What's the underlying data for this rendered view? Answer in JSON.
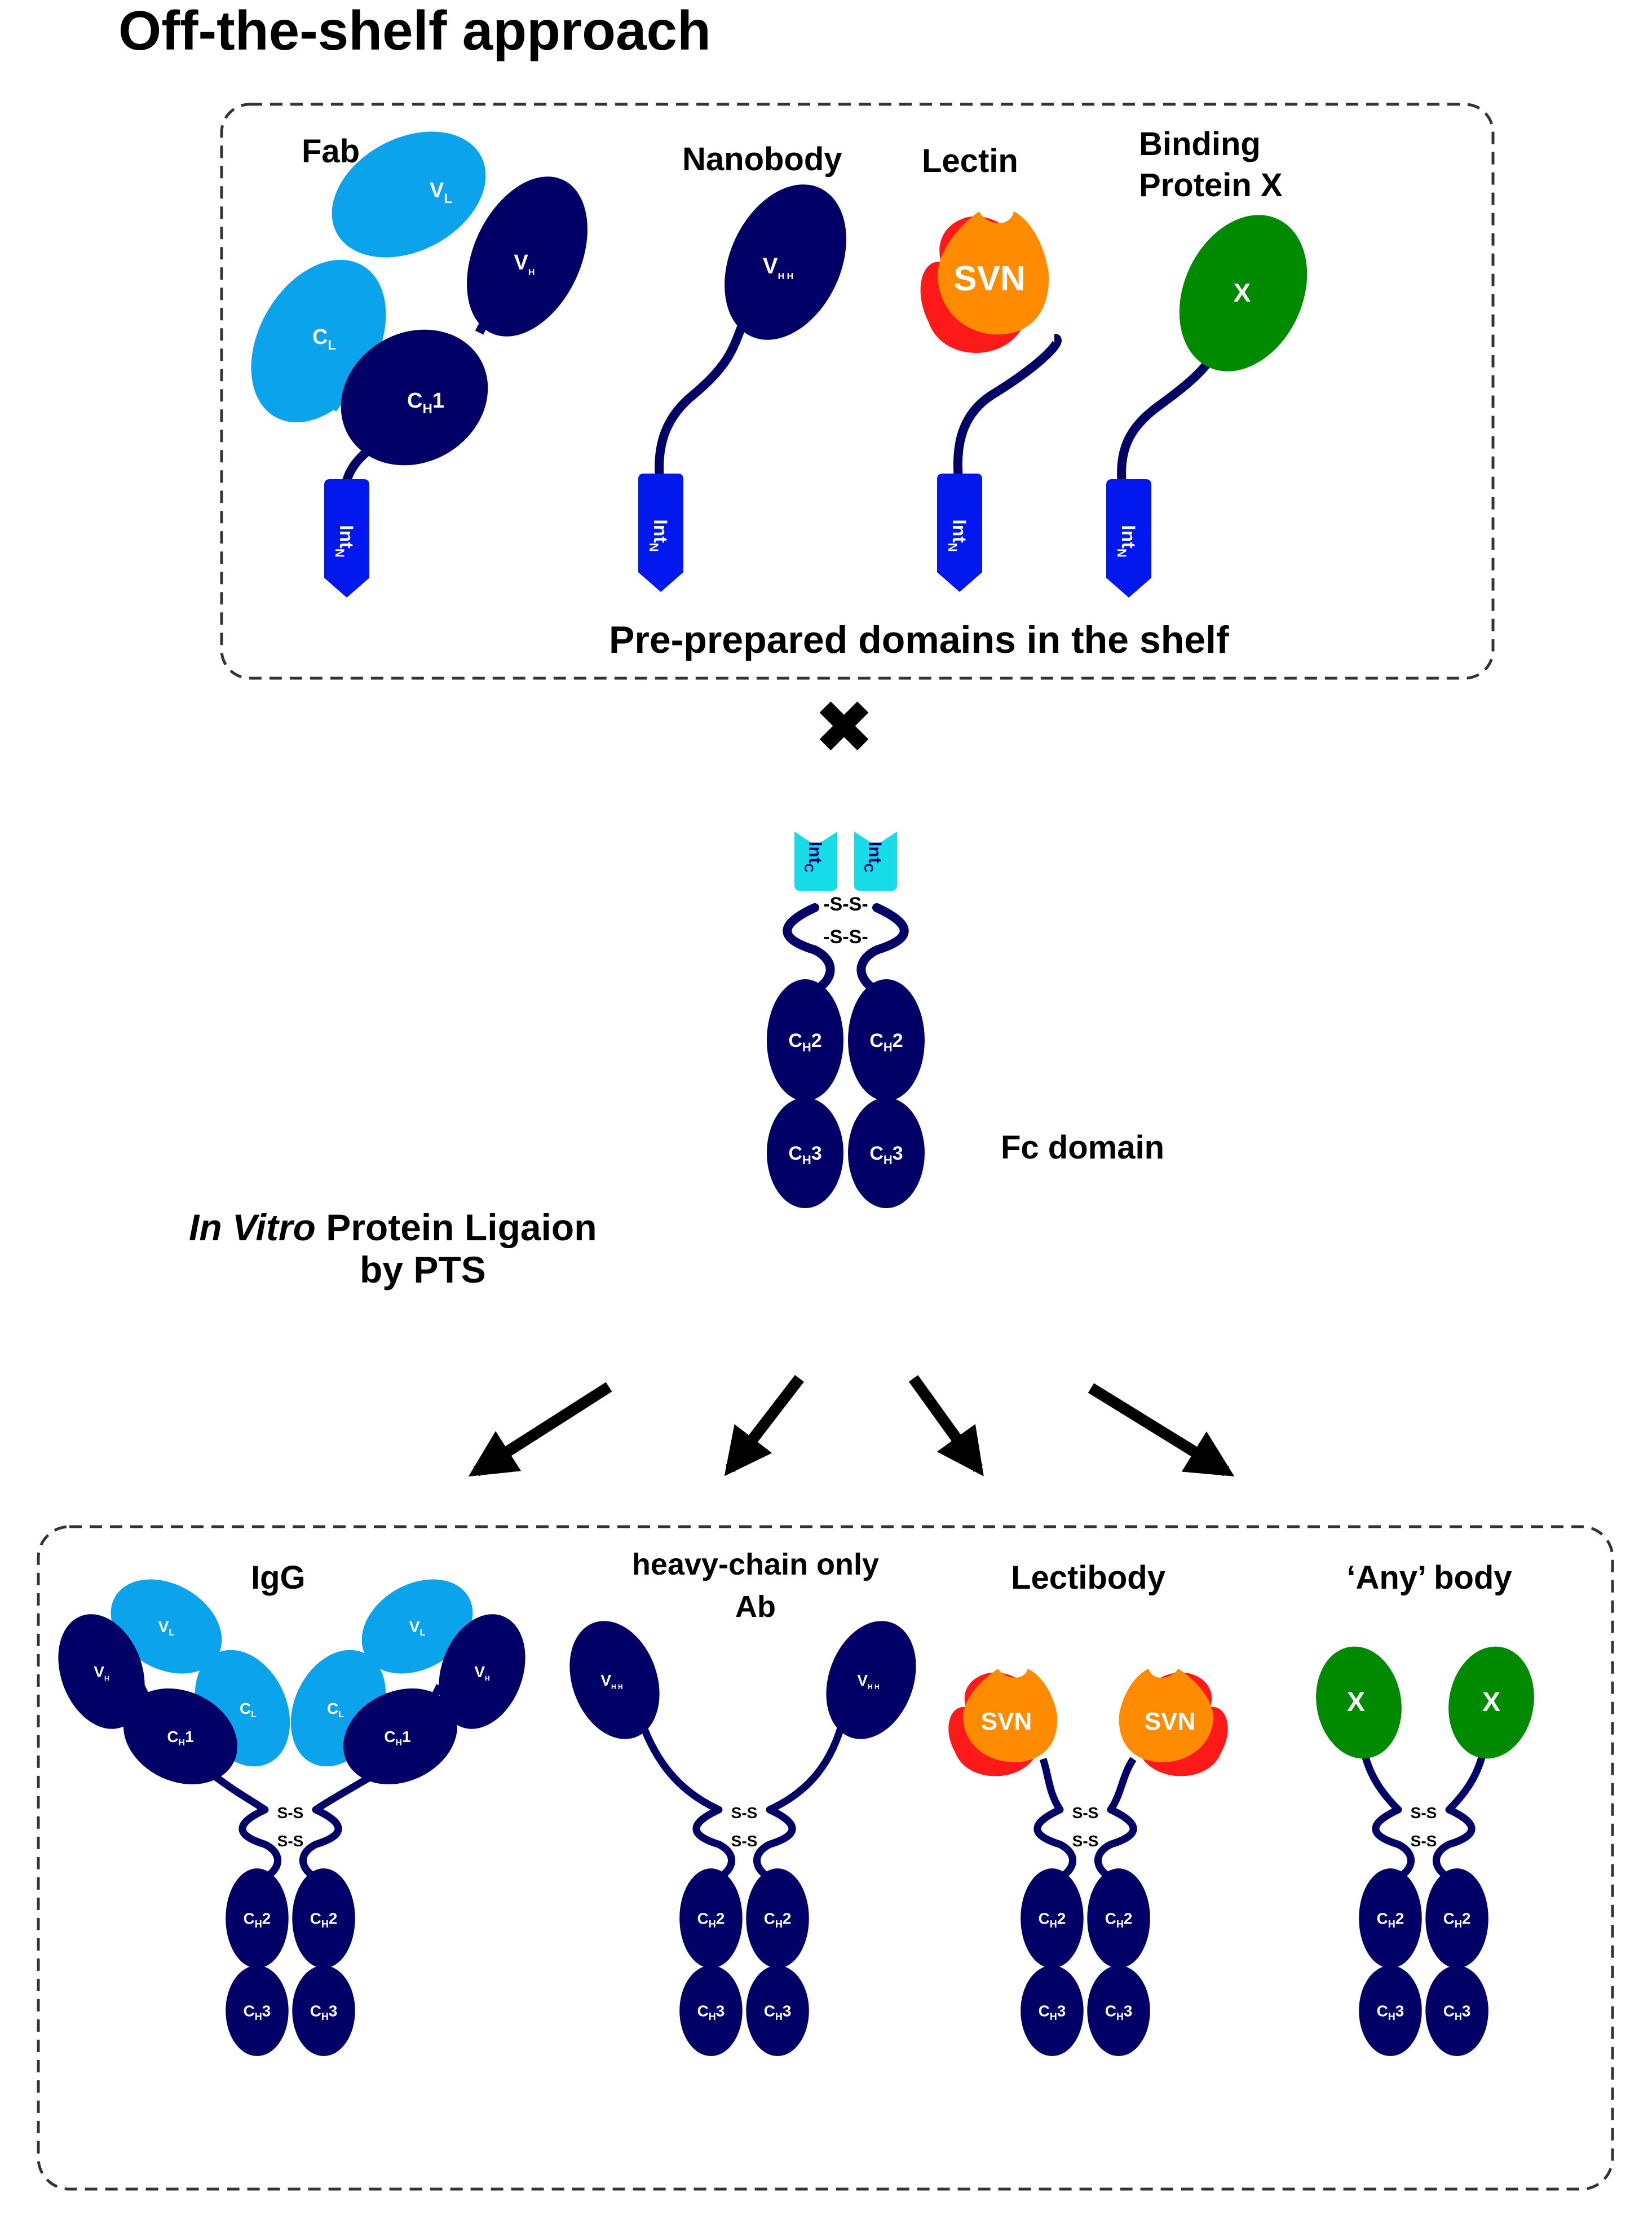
{
  "title": "Off-the-shelf approach",
  "colors": {
    "navy": "#000066",
    "light_blue": "#0ba4ec",
    "int_n": "#0018ee",
    "int_c": "#16dce8",
    "svn_orange": "#ff8c00",
    "lectin_red": "#ff1a1a",
    "green": "#008a00"
  },
  "shelf": {
    "caption": "Pre-prepared domains in the shelf",
    "items": [
      {
        "label": "Fab",
        "domains": {
          "vl": "V",
          "vl_sub": "L",
          "vh": "V",
          "vh_sub": "H",
          "cl": "C",
          "cl_sub": "L",
          "ch1": "C",
          "ch1_sub": "H",
          "ch1_num": "1"
        },
        "tag": "Int",
        "tag_sub": "N"
      },
      {
        "label": "Nanobody",
        "domains": {
          "vhh": "V",
          "vhh_sub": "H H"
        },
        "tag": "Int",
        "tag_sub": "N"
      },
      {
        "label": "Lectin",
        "domains": {
          "svn": "SVN"
        },
        "tag": "Int",
        "tag_sub": "N"
      },
      {
        "label_line1": "Binding",
        "label_line2": "Protein X",
        "domains": {
          "x": "X"
        },
        "tag": "Int",
        "tag_sub": "N"
      }
    ]
  },
  "cross_symbol": "✖",
  "fc": {
    "label": "Fc domain",
    "tag": "Int",
    "tag_sub": "C",
    "disulfide": "-S-S-",
    "ch2": "C",
    "ch2_sub": "H",
    "ch2_num": "2",
    "ch3": "C",
    "ch3_sub": "H",
    "ch3_num": "3"
  },
  "method": {
    "line1_italic": "In Vitro",
    "line1_rest": " Protein Ligaion",
    "line2": "by PTS"
  },
  "products": {
    "disulfide": "S-S",
    "items": [
      {
        "label": "IgG"
      },
      {
        "label_line1": "heavy-chain only",
        "label_line2": "Ab"
      },
      {
        "label": "Lectibody"
      },
      {
        "label": "‘Any’ body"
      }
    ]
  }
}
